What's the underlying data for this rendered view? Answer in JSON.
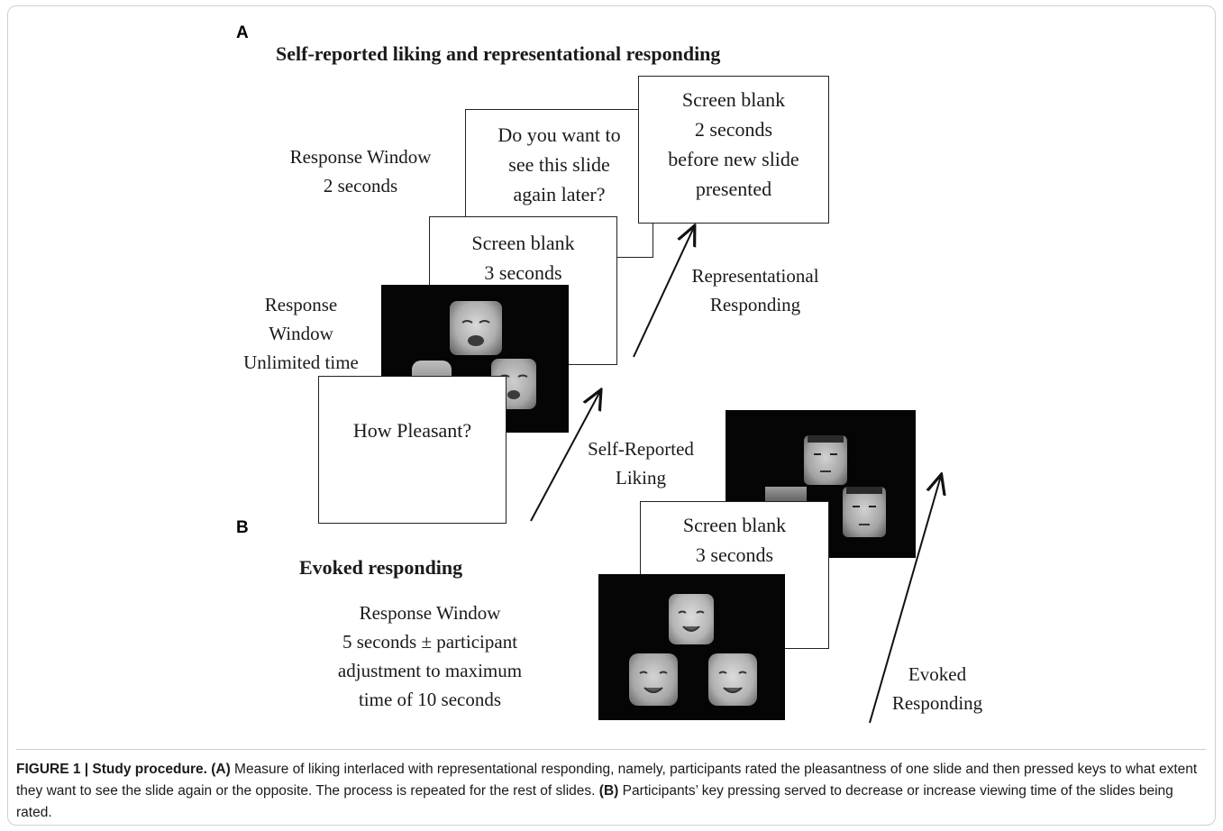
{
  "panel_a": {
    "letter": "A",
    "title": "Self-reported liking and representational responding",
    "response_window_top": [
      "Response Window",
      "2 seconds"
    ],
    "question_card": [
      "Do you want to",
      "see this slide",
      "again later?"
    ],
    "blank_card_top": [
      "Screen blank",
      "2 seconds",
      "before new slide",
      "presented"
    ],
    "blank_card_mid": [
      "Screen blank",
      "3 seconds"
    ],
    "response_window_left": [
      "Response",
      "Window",
      "Unlimited time"
    ],
    "pleasant_card": "How Pleasant?",
    "arrow_upper_label": [
      "Representational",
      "Responding"
    ],
    "arrow_lower_label": [
      "Self-Reported",
      "Liking"
    ]
  },
  "panel_b": {
    "letter": "B",
    "title": "Evoked responding",
    "response_window": [
      "Response Window",
      "5 seconds ± participant",
      "adjustment to maximum",
      "time of 10 seconds"
    ],
    "blank_card": [
      "Screen blank",
      "3 seconds"
    ],
    "arrow_label": [
      "Evoked",
      "Responding"
    ]
  },
  "caption": {
    "figure_label": "FIGURE 1 | Study procedure.",
    "a_label": "(A)",
    "a_text": " Measure of liking interlaced with representational responding, namely, participants rated the pleasantness of one slide and then pressed keys to what extent they want to see the slide again or the opposite. The process is repeated for the rest of slides. ",
    "b_label": "(B)",
    "b_text": " Participants’ key pressing served to decrease or increase viewing time of the slides being rated."
  },
  "icons": [
    "crying-baby-face-photo",
    "adult-male-face-photo",
    "smiling-baby-face-photo"
  ]
}
